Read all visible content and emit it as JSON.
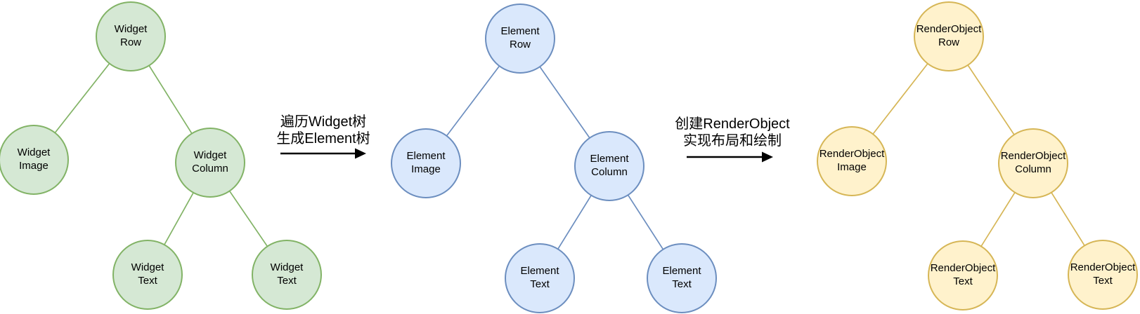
{
  "trees": [
    {
      "id": "widget-tree",
      "fill": "#d5e8d4",
      "stroke": "#82b366",
      "nodes": [
        {
          "label": "Widget\nRow"
        },
        {
          "label": "Widget\nImage"
        },
        {
          "label": "Widget\nColumn"
        },
        {
          "label": "Widget\nText"
        },
        {
          "label": "Widget\nText"
        }
      ],
      "edges": [
        [
          0,
          1
        ],
        [
          0,
          2
        ],
        [
          2,
          3
        ],
        [
          2,
          4
        ]
      ]
    },
    {
      "id": "element-tree",
      "fill": "#dae8fc",
      "stroke": "#6c8ebf",
      "nodes": [
        {
          "label": "Element\nRow"
        },
        {
          "label": "Element\nImage"
        },
        {
          "label": "Element\nColumn"
        },
        {
          "label": "Element\nText"
        },
        {
          "label": "Element\nText"
        }
      ],
      "edges": [
        [
          0,
          1
        ],
        [
          0,
          2
        ],
        [
          2,
          3
        ],
        [
          2,
          4
        ]
      ]
    },
    {
      "id": "renderobject-tree",
      "fill": "#fff2cc",
      "stroke": "#d6b656",
      "nodes": [
        {
          "label": "RenderObject\nRow"
        },
        {
          "label": "RenderObject\nImage"
        },
        {
          "label": "RenderObject\nColumn"
        },
        {
          "label": "RenderObject\nText"
        },
        {
          "label": "RenderObject\nText"
        }
      ],
      "edges": [
        [
          0,
          1
        ],
        [
          0,
          2
        ],
        [
          2,
          3
        ],
        [
          2,
          4
        ]
      ]
    }
  ],
  "arrows": [
    {
      "label": "遍历Widget树\n生成Element树",
      "color": "#000000"
    },
    {
      "label": "创建RenderObject\n实现布局和绘制",
      "color": "#000000"
    }
  ]
}
